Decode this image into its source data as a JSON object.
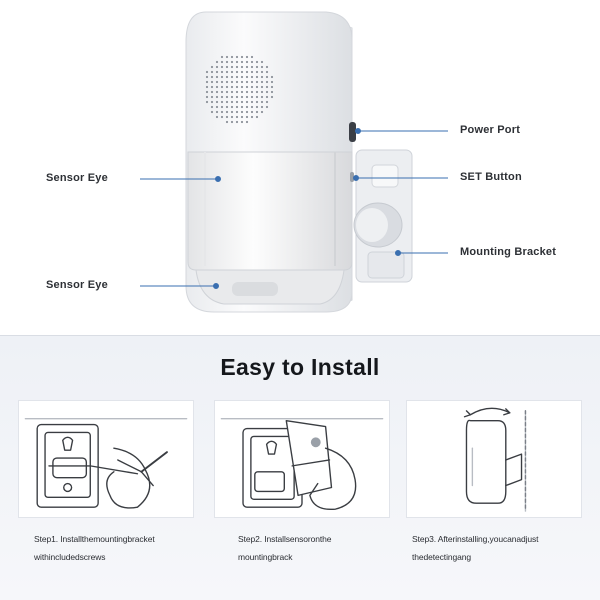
{
  "callouts": {
    "sensor_eye_upper": "Sensor Eye",
    "sensor_eye_lower": "Sensor Eye",
    "power_port": "Power Port",
    "set_button": "SET Button",
    "mounting_bracket": "Mounting Bracket"
  },
  "install": {
    "title": "Easy to Install",
    "steps": [
      {
        "caption_line1": "Step1. Installthemountingbracket",
        "caption_line2": "withincludedscrews"
      },
      {
        "caption_line1": "Step2. Installsensoronthe",
        "caption_line2": "mountingbrack"
      },
      {
        "caption_line1": "Step3. Afterinstalling,youcanadjust",
        "caption_line2": "thedetectingang"
      }
    ]
  },
  "colors": {
    "callout_line": "#3a6fb0",
    "device_body": "#f4f5f7",
    "section_bg": "#eef1f6"
  }
}
